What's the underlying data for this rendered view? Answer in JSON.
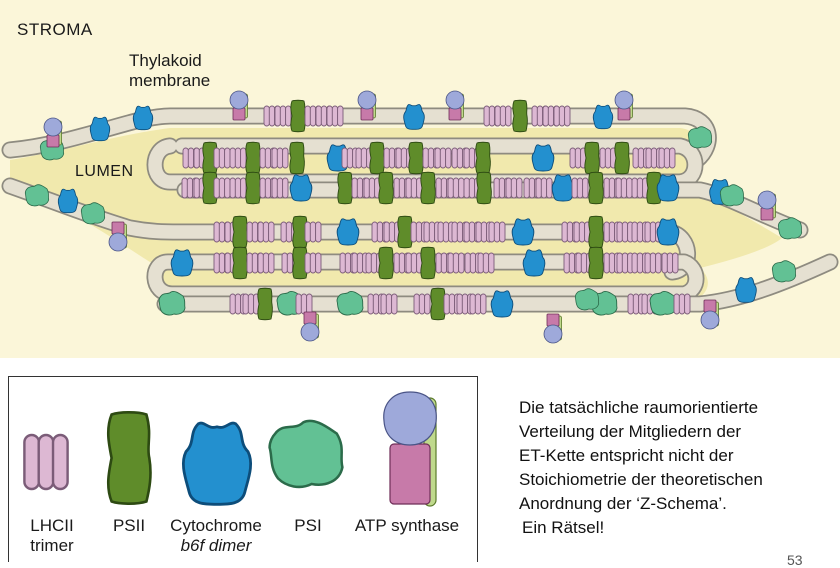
{
  "diagram": {
    "region_labels": {
      "stroma": "STROMA",
      "lumen": "LUMEN"
    },
    "membrane_label": [
      "Thylakoid",
      "membrane"
    ],
    "colors": {
      "background": "#fbf6d9",
      "membrane": "#e5e0d1",
      "membrane_outline": "#8e8b80",
      "lumen": "#f1e9ad",
      "lhcii": "#ddb8d3",
      "psii": "#5f8c2a",
      "cytb6f": "#2390cf",
      "psi": "#62c194",
      "atp_head": "#9ea9da",
      "atp_stalk": "#c77aa9",
      "atp_arm": "#bfd98c"
    }
  },
  "legend": {
    "items": [
      {
        "id": "lhcii",
        "label": [
          "LHCII",
          "trimer"
        ],
        "icon": "lhcii-trimer-icon"
      },
      {
        "id": "psii",
        "label": [
          "PSII"
        ],
        "icon": "psii-icon"
      },
      {
        "id": "cytb6f",
        "label": [
          "Cytochrome",
          "b6f dimer"
        ],
        "icon": "cytochrome-b6f-icon"
      },
      {
        "id": "psi",
        "label": [
          "PSI"
        ],
        "icon": "psi-icon"
      },
      {
        "id": "atp",
        "label": [
          "ATP synthase"
        ],
        "icon": "atp-synthase-icon"
      }
    ]
  },
  "caption": {
    "lines": [
      "Die tatsächliche raumorientierte",
      "Verteilung der Mitgliedern der",
      "ET-Kette entspricht nicht der",
      "Stoichiometrie der theoretischen",
      "Anordnung der ‘Z-Schema’.",
      "Ein Rätsel!"
    ]
  },
  "page_number": "53"
}
